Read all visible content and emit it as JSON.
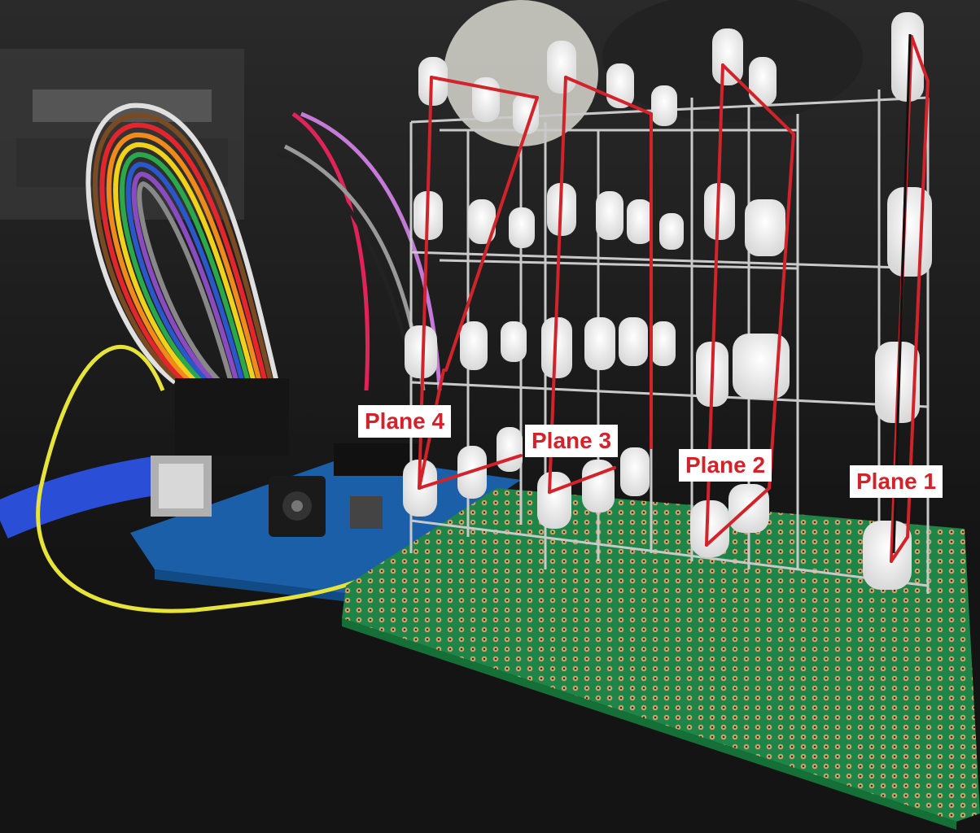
{
  "photo": {
    "subject": "4x4x4 LED cube on perfboard wired to a microcontroller board",
    "colors": {
      "annotation_line": "#d2232a",
      "annotation_text": "#d2232a",
      "label_background": "#ffffff",
      "perfboard": "#1f8a4a",
      "arduino_board": "#1b5fa8",
      "usb_cable": "#2a4fd6"
    }
  },
  "annotations": {
    "labels": [
      {
        "id": "plane-4",
        "text": "Plane 4"
      },
      {
        "id": "plane-3",
        "text": "Plane 3"
      },
      {
        "id": "plane-2",
        "text": "Plane 2"
      },
      {
        "id": "plane-1",
        "text": "Plane 1"
      }
    ]
  }
}
